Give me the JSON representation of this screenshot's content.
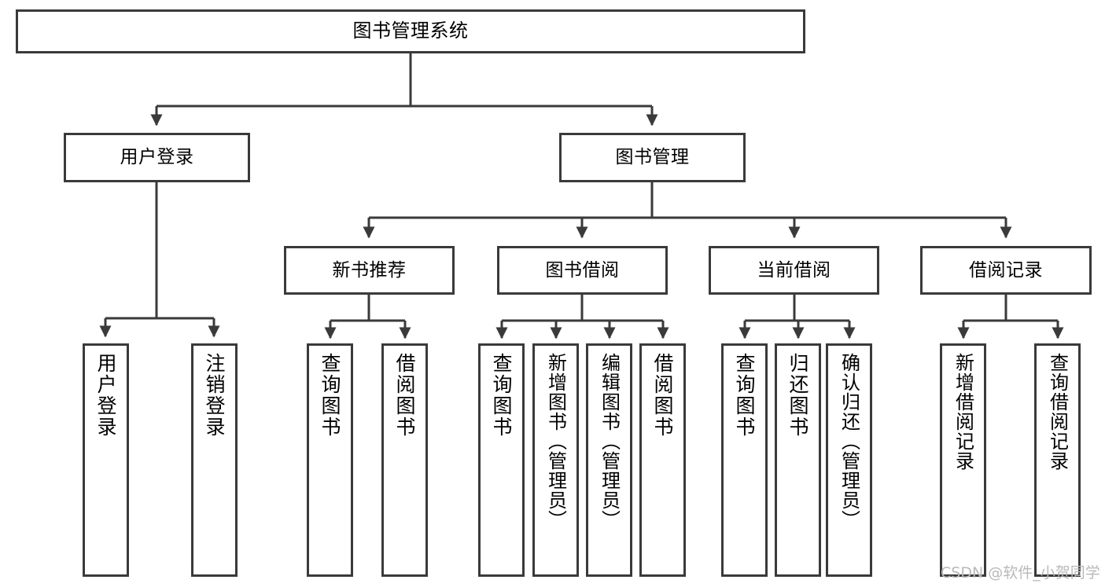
{
  "diagram": {
    "title": "图书管理系统",
    "type": "hierarchy-tree",
    "stroke_color": "#3a3a3a",
    "fill_color": "#ffffff",
    "text_color": "#000000",
    "root": {
      "label": "图书管理系统"
    },
    "level1": [
      {
        "label": "用户登录"
      },
      {
        "label": "图书管理"
      }
    ],
    "level2": [
      {
        "label": "新书推荐"
      },
      {
        "label": "图书借阅"
      },
      {
        "label": "当前借阅"
      },
      {
        "label": "借阅记录"
      }
    ],
    "leaves": {
      "user_login": [
        {
          "label": "用户登录"
        },
        {
          "label": "注销登录"
        }
      ],
      "new_book_recommend": [
        {
          "label": "查询图书"
        },
        {
          "label": "借阅图书"
        }
      ],
      "book_borrow": [
        {
          "label": "查询图书"
        },
        {
          "label": "新增图书（管理员）"
        },
        {
          "label": "编辑图书（管理员）"
        },
        {
          "label": "借阅图书"
        }
      ],
      "current_borrow": [
        {
          "label": "查询图书"
        },
        {
          "label": "归还图书"
        },
        {
          "label": "确认归还（管理员）"
        }
      ],
      "borrow_record": [
        {
          "label": "新增借阅记录"
        },
        {
          "label": "查询借阅记录"
        }
      ]
    }
  },
  "watermark": {
    "text": "CSDN @软件_小贺同学"
  }
}
